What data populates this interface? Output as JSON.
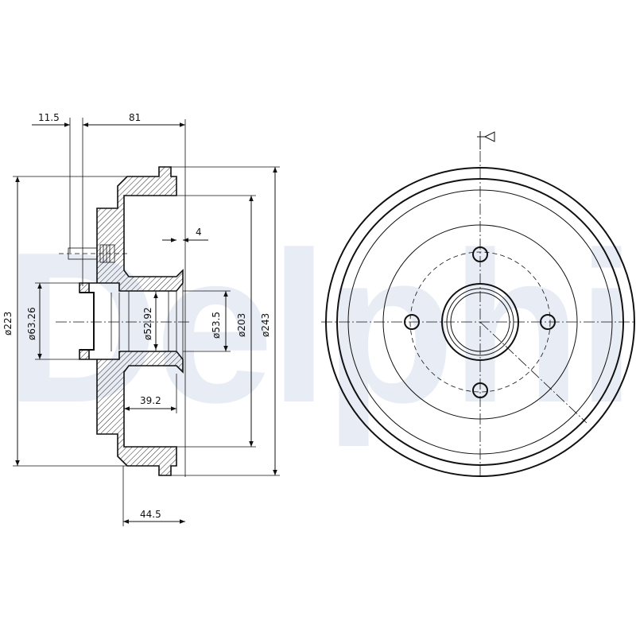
{
  "watermark": {
    "text": "Delphi",
    "color": "#c9d5e8"
  },
  "dimensions": {
    "hub_offset": "11.5",
    "overall_width": "81",
    "flange_step": "4",
    "pilot_diameter": "ø63.26",
    "bore_diameter": "ø52.92",
    "hub_diameter": "ø53.5",
    "drum_inner_diameter": "ø203",
    "drum_outer_diameter": "ø223",
    "flange_diameter": "ø243",
    "hub_depth": "39.2",
    "drum_depth": "44.5"
  },
  "symbols": {
    "view_marker": "view-direction-arrow-icon"
  }
}
